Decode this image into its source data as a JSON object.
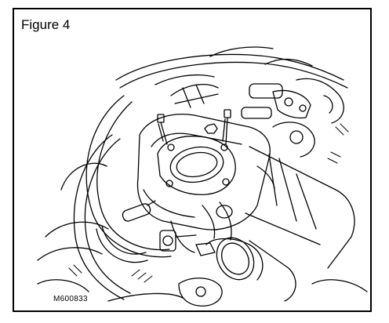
{
  "figure": {
    "title": "Figure 4",
    "code": "M600833"
  },
  "illustration": {
    "subject": "throttle-body-assembly-line-drawing",
    "stroke_color": "#000000",
    "fill_color": "#ffffff"
  }
}
